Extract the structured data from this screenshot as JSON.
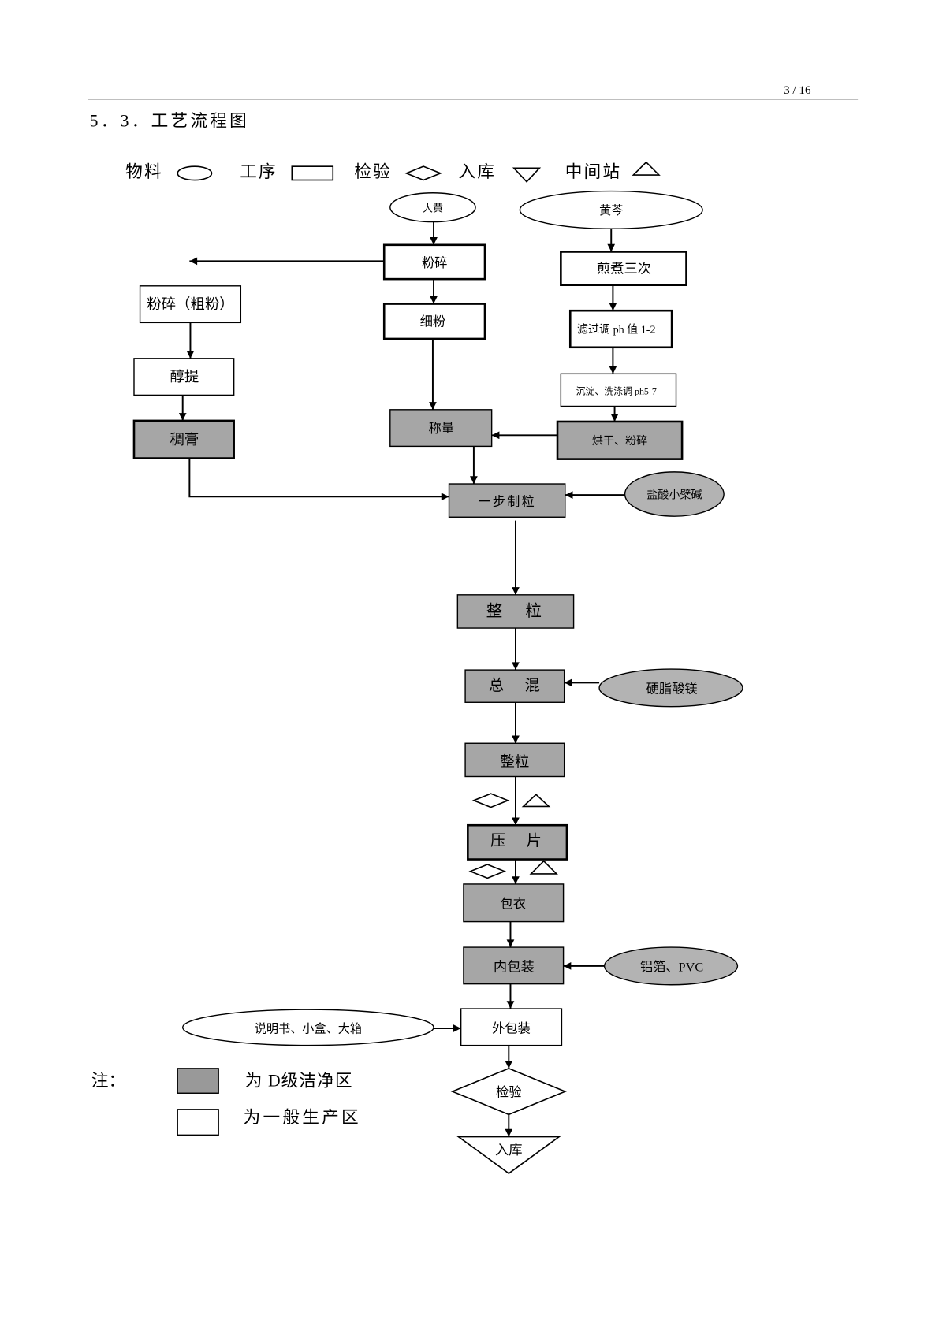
{
  "header": {
    "page_number": "3 / 16"
  },
  "section_title": "5．3．工艺流程图",
  "legend": {
    "material": "物料",
    "process": "工序",
    "inspection": "检验",
    "warehousing": "入库",
    "intermediate_station": "中间站"
  },
  "flowchart": {
    "materials": {
      "dahuang": {
        "label": "大黄",
        "shaded": false
      },
      "huangqin": {
        "label": "黄芩",
        "shaded": false
      },
      "berberine": {
        "label": "盐酸小檗碱",
        "shaded": true
      },
      "mg_stearate": {
        "label": "硬脂酸镁",
        "shaded": true
      },
      "foil_pvc": {
        "label": "铝箔、PVC",
        "shaded": true
      },
      "packaging_materials": {
        "label": "说明书、小盒、大箱",
        "shaded": false
      }
    },
    "steps": {
      "crush": {
        "label": "粉碎",
        "clean_area": false
      },
      "decoct": {
        "label": "煎煮三次",
        "clean_area": false
      },
      "coarse_crush": {
        "label": "粉碎（粗粉）",
        "clean_area": false
      },
      "fine_powder": {
        "label": "细粉",
        "clean_area": false
      },
      "filter_ph": {
        "label": "滤过调 ph 值 1-2",
        "clean_area": false
      },
      "alcohol_extract": {
        "label": "醇提",
        "clean_area": false
      },
      "precipitate_wash": {
        "label": "沉淀、洗涤调 ph5-7",
        "clean_area": false
      },
      "weigh": {
        "label": "称量",
        "clean_area": true
      },
      "dry_crush": {
        "label": "烘干、粉碎",
        "clean_area": true
      },
      "thick_paste": {
        "label": "稠膏",
        "clean_area": true
      },
      "one_step_granulation": {
        "label": "一步制粒",
        "clean_area": true
      },
      "sizing_1": {
        "label": "整　粒",
        "clean_area": true
      },
      "total_mix": {
        "label": "总　混",
        "clean_area": true
      },
      "sizing_2": {
        "label": "整粒",
        "clean_area": true
      },
      "tableting": {
        "label": "压　片",
        "clean_area": true
      },
      "coating": {
        "label": "包衣",
        "clean_area": true
      },
      "inner_packaging": {
        "label": "内包装",
        "clean_area": true
      },
      "outer_packaging": {
        "label": "外包装",
        "clean_area": false
      }
    },
    "inspection": {
      "label": "检验"
    },
    "warehousing": {
      "label": "入库"
    }
  },
  "note": {
    "label": "注：",
    "d_grade": "为 D级洁净区",
    "general": "为一般生产区"
  },
  "colors": {
    "clean_area_fill": "#a6a6a6",
    "general_area_fill": "#ffffff",
    "material_fill_gray": "#b3b3b3",
    "legend_gray": "#999999",
    "ink": "#000000"
  }
}
